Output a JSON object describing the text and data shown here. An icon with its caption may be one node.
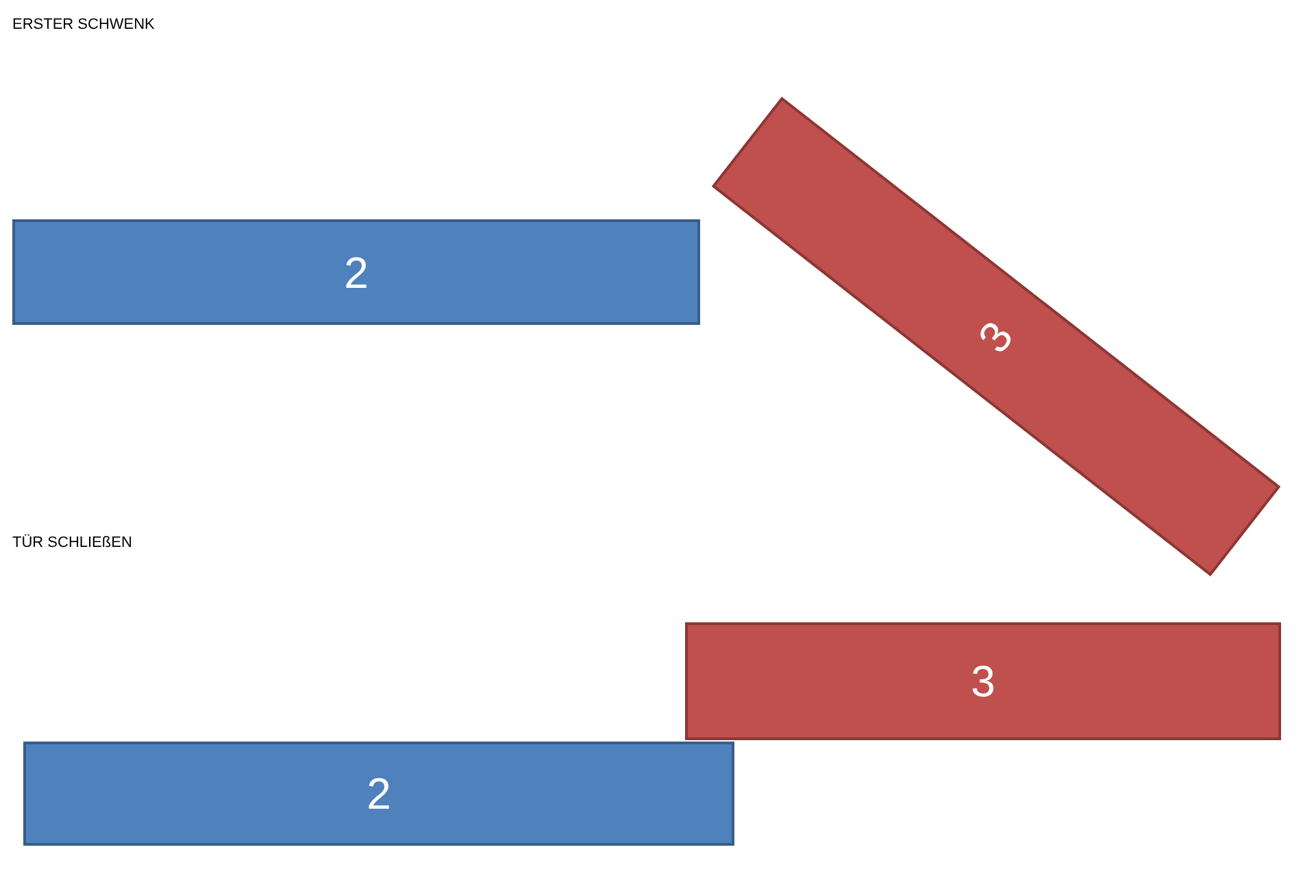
{
  "diagram": {
    "nodes": [
      {
        "text": [
          "2"
        ]
      },
      {
        "text": [
          "3"
        ]
      },
      {
        "text": [
          "3"
        ]
      },
      {
        "text": [
          "2"
        ]
      }
    ],
    "labels": [
      "ERSTER SCHWENK",
      "TÜR SCHLIEßEN"
    ]
  }
}
